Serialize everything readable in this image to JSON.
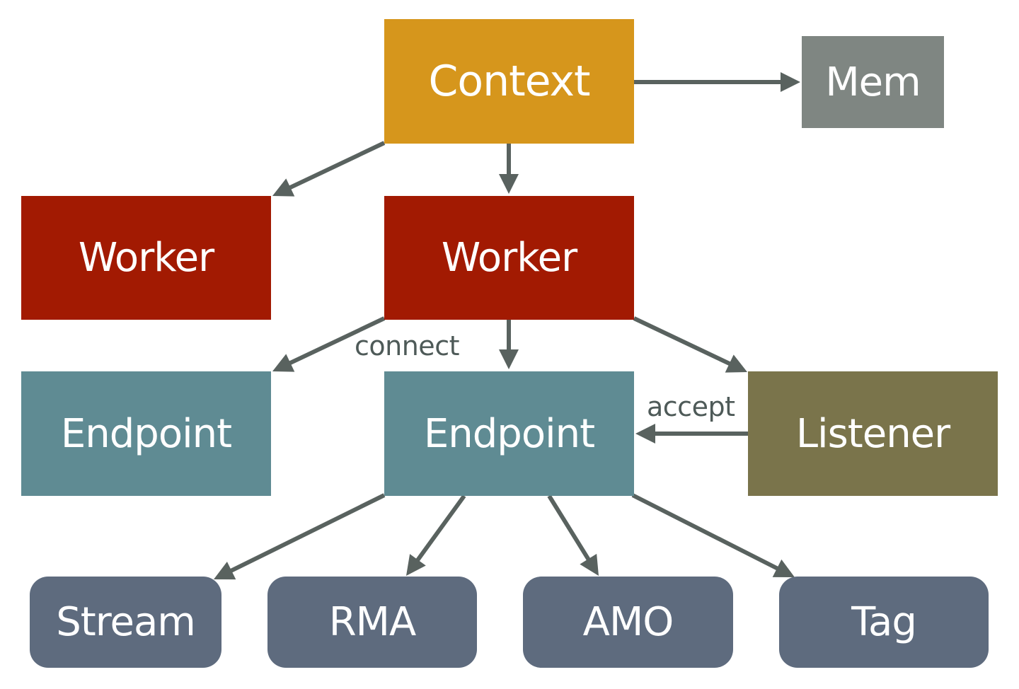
{
  "colors": {
    "context": "#d6961c",
    "mem": "#7f8682",
    "worker": "#a21a02",
    "endpoint": "#5f8b93",
    "listener": "#7a744b",
    "feature": "#5e6b7e",
    "arrow": "#59625f",
    "label": "#4e5a58"
  },
  "nodes": {
    "context": "Context",
    "mem": "Mem",
    "worker_left": "Worker",
    "worker_center": "Worker",
    "endpoint_left": "Endpoint",
    "endpoint_center": "Endpoint",
    "listener": "Listener",
    "stream": "Stream",
    "rma": "RMA",
    "amo": "AMO",
    "tag": "Tag"
  },
  "edge_labels": {
    "connect": "connect",
    "accept": "accept"
  }
}
